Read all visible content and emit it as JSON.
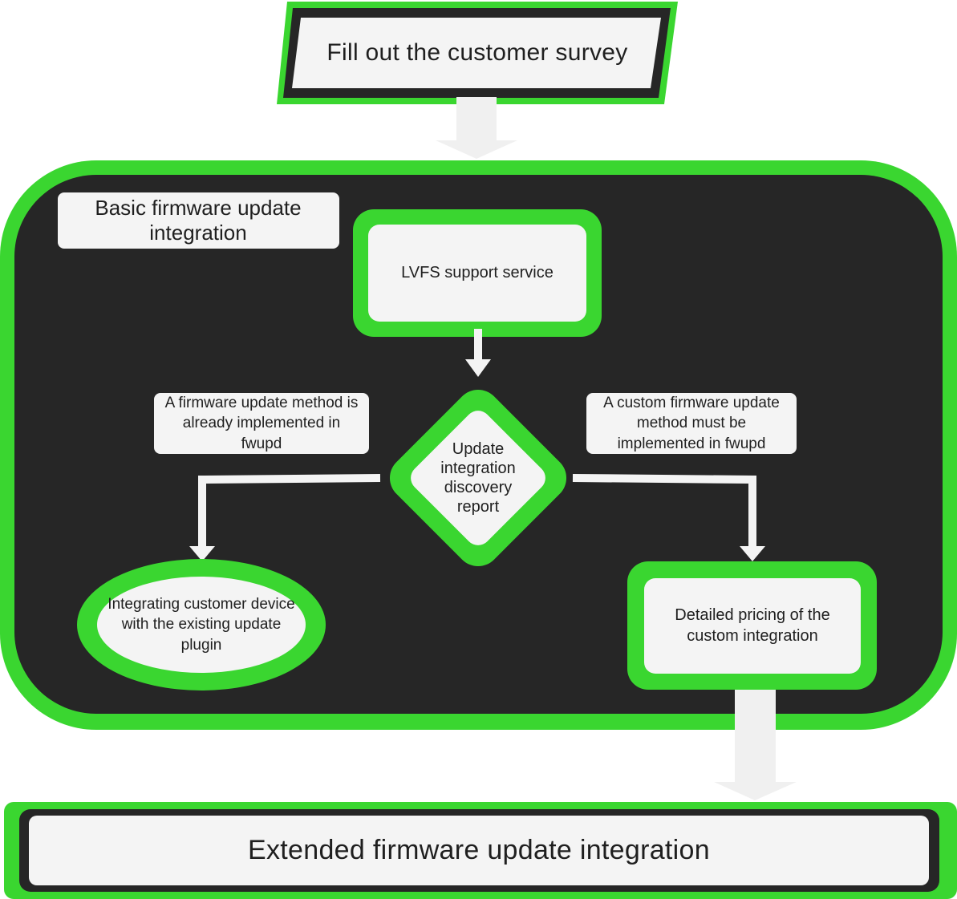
{
  "colors": {
    "accent_green": "#3ad630",
    "dark_fill": "#262626",
    "light_fill": "#f4f4f4",
    "arrow_gray": "#f0f0f0",
    "text": "#1f1f1f"
  },
  "nodes": {
    "survey": "Fill out the customer survey",
    "group_label": "Basic firmware update integration",
    "lvfs": "LVFS support service",
    "decision": "Update integration discovery report",
    "plugin": "Integrating customer device with the existing update plugin",
    "pricing": "Detailed pricing of the custom integration",
    "extended": "Extended firmware update integration"
  },
  "conditions": {
    "left": "A firmware update method is already implemented in fwupd",
    "right": "A custom firmware update method must be implemented in fwupd"
  },
  "edges": [
    {
      "from": "survey",
      "to": "group_label"
    },
    {
      "from": "lvfs",
      "to": "decision"
    },
    {
      "from": "decision",
      "to": "plugin",
      "label": "conditions.left"
    },
    {
      "from": "decision",
      "to": "pricing",
      "label": "conditions.right"
    },
    {
      "from": "pricing",
      "to": "extended"
    }
  ]
}
